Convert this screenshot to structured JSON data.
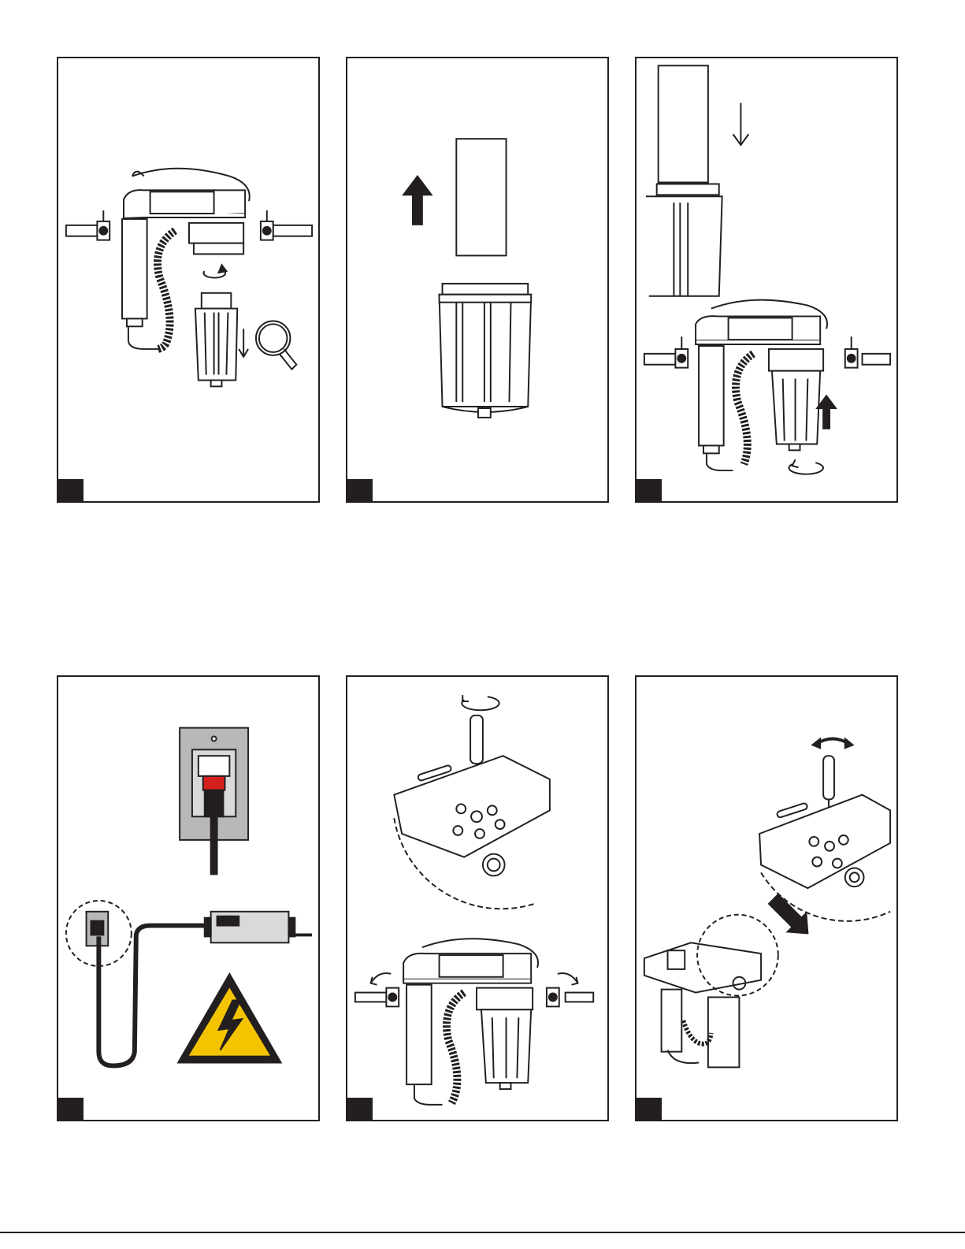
{
  "panels": [
    {
      "id": "p1",
      "step": ""
    },
    {
      "id": "p2",
      "step": ""
    },
    {
      "id": "p3",
      "step": ""
    },
    {
      "id": "p4",
      "step": ""
    },
    {
      "id": "p5",
      "step": ""
    },
    {
      "id": "p6",
      "step": ""
    }
  ],
  "colors": {
    "line": "#231f20",
    "wall_plate": "#b8b8b8",
    "warning_yellow": "#f5c400",
    "display_red": "#d6201f"
  },
  "icons": [
    "rotate-arrow-icon",
    "down-arrow-icon",
    "up-arrow-icon",
    "filter-wrench-icon",
    "electrical-hazard-icon",
    "screwdriver-icon",
    "tilt-arrow-icon",
    "diagonal-arrow-icon"
  ]
}
